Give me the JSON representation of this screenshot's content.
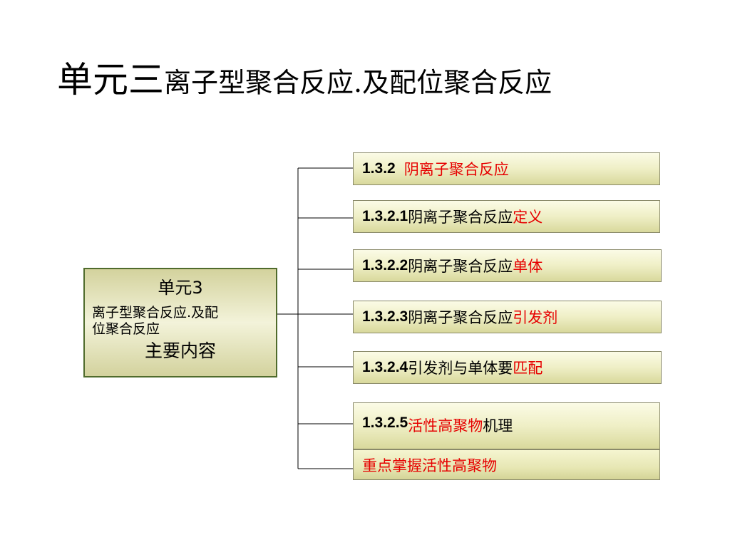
{
  "title": {
    "big": "单元三",
    "rest": "离子型聚合反应.及配位聚合反应"
  },
  "center": {
    "line1": "单元3",
    "line2": "离子型聚合反应.及配",
    "line3": "位聚合反应",
    "line4": "主要内容"
  },
  "items": [
    {
      "num": "1.3.2",
      "parts": [
        {
          "text": "阴离子聚合反应",
          "color": "red"
        }
      ]
    },
    {
      "num": "1.3.2.1",
      "parts": [
        {
          "text": "阴离子聚合反应",
          "color": "black"
        },
        {
          "text": "定义",
          "color": "red"
        }
      ]
    },
    {
      "num": "1.3.2.2",
      "parts": [
        {
          "text": "阴离子聚合反应",
          "color": "black"
        },
        {
          "text": "单体",
          "color": "red"
        }
      ]
    },
    {
      "num": "1.3.2.3",
      "parts": [
        {
          "text": "阴离子聚合反应",
          "color": "black"
        },
        {
          "text": "引发剂",
          "color": "red"
        }
      ]
    },
    {
      "num": "1.3.2.4",
      "parts": [
        {
          "text": "引发剂与单体要",
          "color": "black"
        },
        {
          "text": "匹配",
          "color": "red"
        }
      ]
    },
    {
      "num": "1.3.2.5",
      "parts": [
        {
          "text": "活性高聚物",
          "color": "red"
        },
        {
          "text": "机理",
          "color": "black"
        }
      ]
    },
    {
      "num": "",
      "parts": [
        {
          "text": "重点掌握活性高聚物",
          "color": "red"
        }
      ]
    }
  ],
  "colors": {
    "red": "#e60000",
    "black": "#000000",
    "box_border": "#4f6b2c"
  }
}
